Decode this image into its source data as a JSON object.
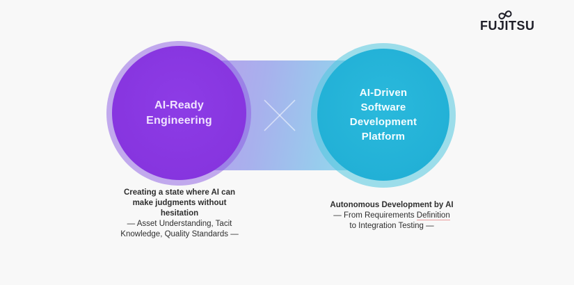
{
  "logo": {
    "text": "FUJITSU",
    "color": "#1e1e28"
  },
  "left_circle": {
    "line1": "AI-Ready",
    "line2": "Engineering",
    "fill_color": "#8432dc",
    "ring_color": "#8a5ae2",
    "text_color": "#f1e4ff"
  },
  "right_circle": {
    "line1": "AI-Driven",
    "line2": "Software",
    "line3": "Development",
    "line4": "Platform",
    "fill_color": "#22b3d8",
    "ring_color": "#50c6de",
    "text_color": "#f4fdff"
  },
  "connector": {
    "symbol": "multiply-cross",
    "gradient_start": "#b78fe9",
    "gradient_end": "#8ce2ed"
  },
  "captions": {
    "left": {
      "heading_line1": "Creating a state where AI can",
      "heading_line2": "make judgments without",
      "heading_line3": "hesitation",
      "detail_line1": "— Asset Understanding, Tacit",
      "detail_line2": "Knowledge, Quality Standards —"
    },
    "right": {
      "heading": "Autonomous Development by AI",
      "detail_prefix": "—  From Requirements ",
      "detail_underlined": "Definition",
      "detail_line2": "to Integration Testing —"
    }
  }
}
